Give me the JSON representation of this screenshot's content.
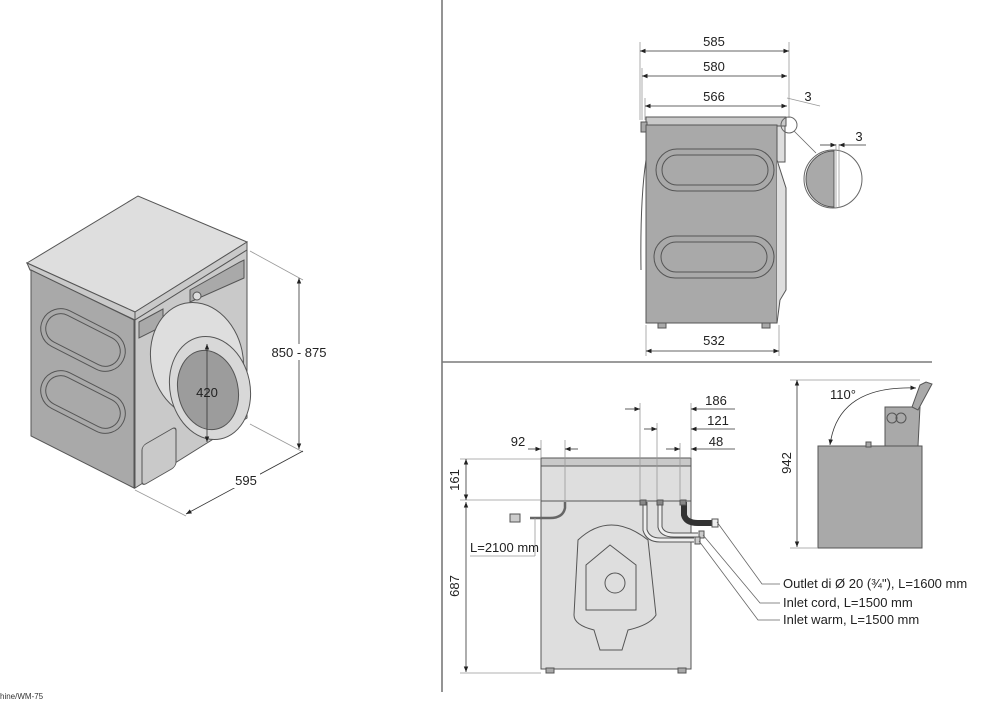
{
  "isometric_view": {
    "height_range": "850 - 875",
    "width": "595",
    "door_diameter": "420"
  },
  "side_view": {
    "dim_overall": "585",
    "dim_body": "580",
    "dim_cabinet": "566",
    "dim_gap_top": "3",
    "dim_gap_detail": "3",
    "dim_feet": "532"
  },
  "back_view": {
    "dim_186": "186",
    "dim_121": "121",
    "dim_48": "48",
    "dim_92": "92",
    "dim_161": "161",
    "dim_687": "687",
    "power_cord_length": "L=2100 mm",
    "callouts": [
      "Outlet di Ø 20 (¾\"), L=1600 mm",
      "Inlet cord, L=1500 mm",
      "Inlet warm, L=1500 mm"
    ]
  },
  "lid_view": {
    "angle": "110°",
    "height": "942"
  },
  "footer": {
    "caption": "hine/WM-75"
  },
  "colors": {
    "body": "#a9a9a9",
    "panel": "#c9c9c9",
    "outline": "#555555",
    "divider": "#7a7a7a"
  }
}
